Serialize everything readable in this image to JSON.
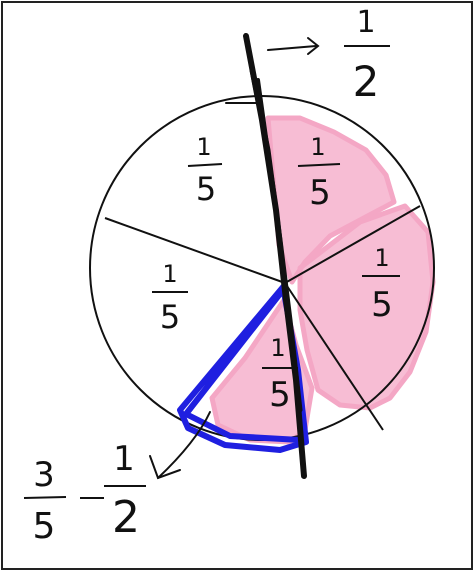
{
  "fractions": {
    "top": {
      "num": "1",
      "den": "2"
    },
    "slice_top_left": {
      "num": "1",
      "den": "5"
    },
    "slice_top_right": {
      "num": "1",
      "den": "5"
    },
    "slice_left": {
      "num": "1",
      "den": "5"
    },
    "slice_right": {
      "num": "1",
      "den": "5"
    },
    "slice_bottom": {
      "num": "1",
      "den": "5"
    },
    "bottom_left_a": {
      "num": "3",
      "den": "5"
    },
    "bottom_left_b": {
      "num": "1",
      "den": "2"
    }
  },
  "colors": {
    "ink": "#111111",
    "pink": "#f4a7c5",
    "blue": "#1f1fe0",
    "frame": "#222222"
  },
  "icons": {
    "arrow_right": "arrow-right-icon",
    "arrow_down_left": "arrow-down-left-icon"
  }
}
